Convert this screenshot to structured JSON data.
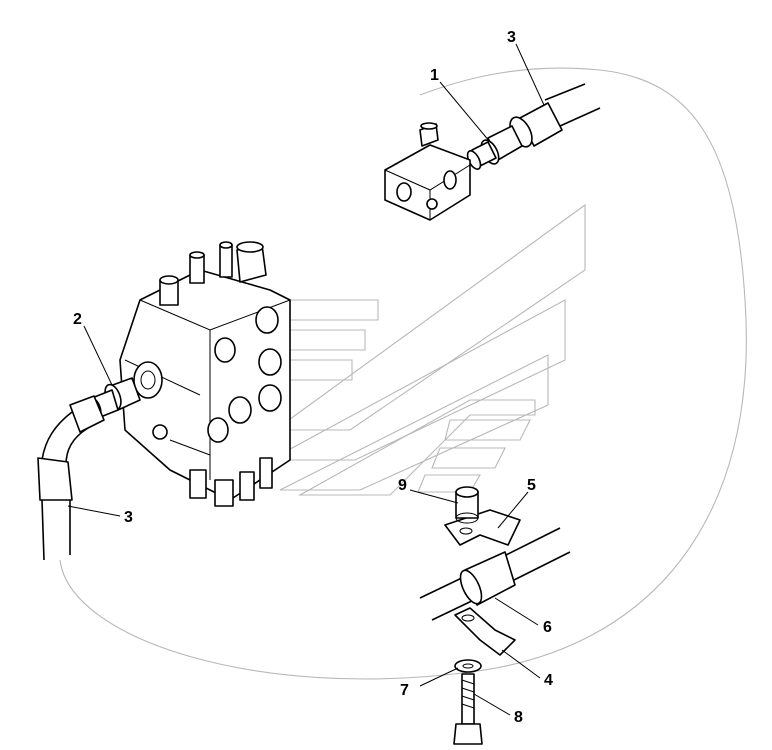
{
  "callouts": {
    "c1": "1",
    "c2": "2",
    "c3a": "3",
    "c3b": "3",
    "c4": "4",
    "c5": "5",
    "c6": "6",
    "c7": "7",
    "c8": "8",
    "c9": "9"
  },
  "colors": {
    "line": "#000000",
    "ghost_outline": "#b8b8b8",
    "background": "#ffffff"
  }
}
